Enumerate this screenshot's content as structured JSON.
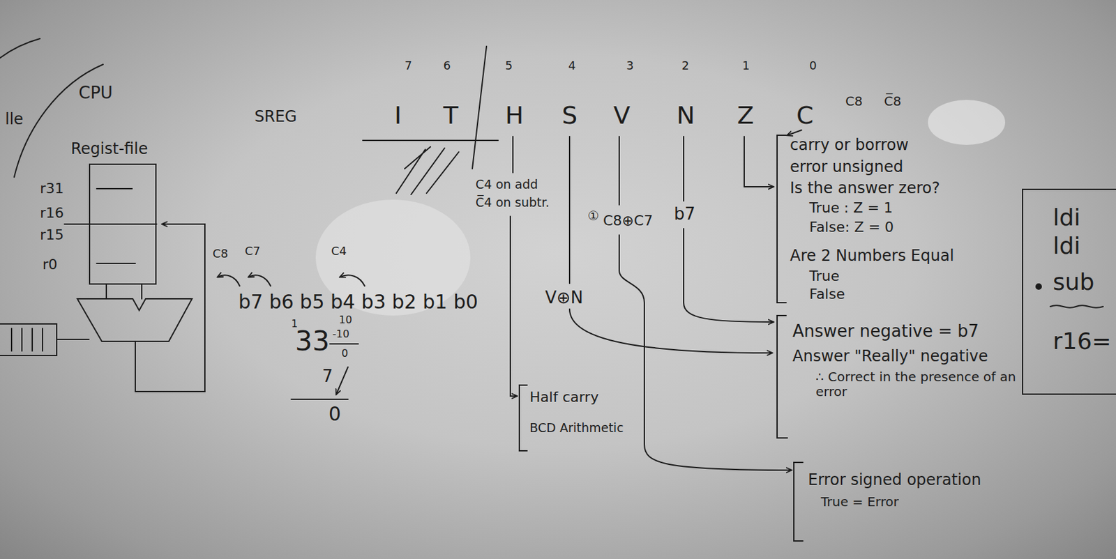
{
  "diagram": {
    "nodes": [
      {
        "text": [
          "Regist-file"
        ]
      },
      {
        "text": [
          "ldi",
          "ldi",
          "sub",
          "r16="
        ]
      }
    ],
    "labels": [
      "lle",
      "CPU",
      "r31",
      "r16",
      "r15",
      "r0",
      "SREG",
      "7",
      "6",
      "5",
      "4",
      "3",
      "2",
      "1",
      "0",
      "I",
      "T",
      "H",
      "S",
      "V",
      "N",
      "Z",
      "C",
      "C8",
      "C̅8",
      "carry or borrow",
      "error unsigned",
      "Is the answer zero?",
      "True : Z = 1",
      "False: Z = 0",
      "Are 2 Numbers Equal",
      "True",
      "False",
      "C4 on add",
      "C̅4 on subtr.",
      "Half carry",
      "BCD Arithmetic",
      "V⊕N",
      "①",
      "C8⊕C7",
      "b7",
      "Answer negative = b7",
      "Answer \"Really\" negative",
      "∴ Correct in the presence of an error",
      "Error signed operation",
      "True = Error",
      "b7 b6 b5 b4 b3 b2 b1 b0",
      "C8",
      "C7",
      "C4",
      "1",
      "33",
      "10",
      "-10",
      "0",
      "7",
      "0"
    ]
  }
}
